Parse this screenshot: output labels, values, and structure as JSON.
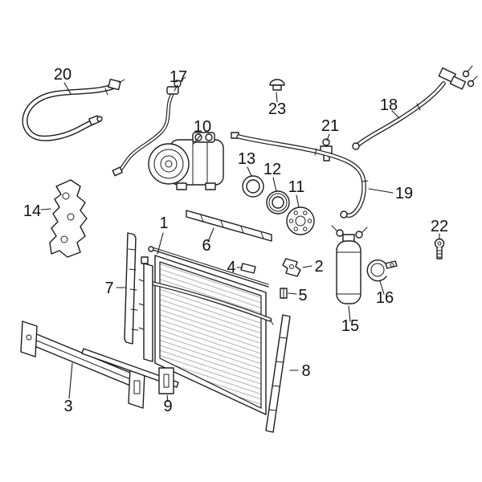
{
  "diagram": {
    "type": "exploded-parts-diagram",
    "subject": "ac-condenser-compressor-and-lines",
    "background_color": "#ffffff",
    "line_color": "#1c1c1c",
    "fin_color": "#b0b0b0",
    "label_color": "#111111",
    "callouts": [
      {
        "num": "1",
        "part": "condenser"
      },
      {
        "num": "2",
        "part": "mount-clip"
      },
      {
        "num": "3",
        "part": "lower-support-bar"
      },
      {
        "num": "4",
        "part": "mount-pad"
      },
      {
        "num": "5",
        "part": "small-clip"
      },
      {
        "num": "6",
        "part": "upper-seal-strip"
      },
      {
        "num": "7",
        "part": "left-air-seal"
      },
      {
        "num": "8",
        "part": "right-air-seal"
      },
      {
        "num": "9",
        "part": "lower-bracket"
      },
      {
        "num": "10",
        "part": "compressor"
      },
      {
        "num": "11",
        "part": "clutch-plate"
      },
      {
        "num": "12",
        "part": "pulley-seal"
      },
      {
        "num": "13",
        "part": "o-ring-seal"
      },
      {
        "num": "14",
        "part": "compressor-bracket"
      },
      {
        "num": "15",
        "part": "receiver-drier"
      },
      {
        "num": "16",
        "part": "drier-clamp"
      },
      {
        "num": "17",
        "part": "vent-tube"
      },
      {
        "num": "18",
        "part": "suction-hose"
      },
      {
        "num": "19",
        "part": "discharge-line"
      },
      {
        "num": "20",
        "part": "hose-loop"
      },
      {
        "num": "21",
        "part": "pressure-switch"
      },
      {
        "num": "22",
        "part": "stud-bolt"
      },
      {
        "num": "23",
        "part": "cap"
      }
    ]
  }
}
